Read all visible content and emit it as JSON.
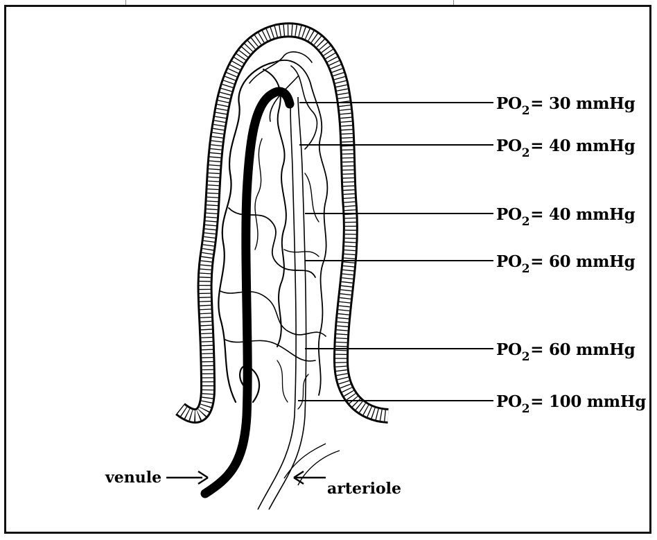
{
  "labels": {
    "venule": "venule",
    "arteriole": "arteriole"
  },
  "po2_readings": [
    {
      "prefix": "PO",
      "sub": "2",
      "value": "= 30 mmHg"
    },
    {
      "prefix": "PO",
      "sub": "2",
      "value": "= 40 mmHg"
    },
    {
      "prefix": "PO",
      "sub": "2",
      "value": "= 40 mmHg"
    },
    {
      "prefix": "PO",
      "sub": "2",
      "value": "= 60 mmHg"
    },
    {
      "prefix": "PO",
      "sub": "2",
      "value": "= 60 mmHg"
    },
    {
      "prefix": "PO",
      "sub": "2",
      "value": "= 100 mmHg"
    }
  ],
  "colors": {
    "ink": "#000000",
    "background": "#ffffff"
  }
}
